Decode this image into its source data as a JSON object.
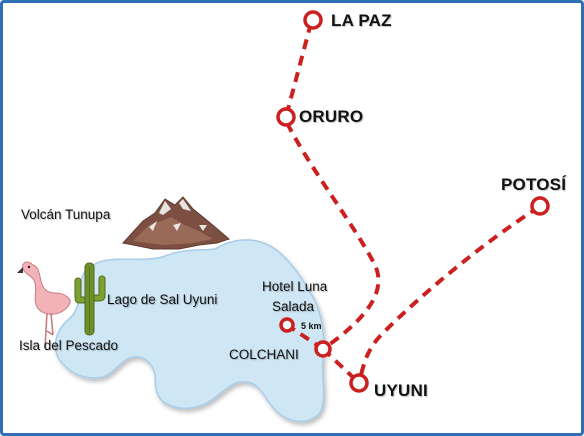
{
  "colors": {
    "frame_border": "#2f6fb5",
    "route": "#cc1f1f",
    "lake": "#cfe6f5",
    "lake_edge": "#9ec6e4",
    "mountain": "#8a5a4a",
    "snow": "#f3f3f3"
  },
  "icons": {
    "flamingo": "flamingo-icon",
    "cactus": "cactus-icon",
    "mountain": "mountain-icon",
    "city_marker": "city-marker-icon"
  },
  "cities": {
    "la_paz": "LA PAZ",
    "oruro": "ORURO",
    "potosi": "POTOSÍ",
    "uyuni": "UYUNI",
    "colchani": "COLCHANI"
  },
  "places": {
    "volcan": "Volcán Tunupa",
    "lago": "Lago de Sal Uyuni",
    "isla": "Isla del Pescado",
    "hotel_line1": "Hotel Luna",
    "hotel_line2": "Salada",
    "distance": "5 km"
  }
}
